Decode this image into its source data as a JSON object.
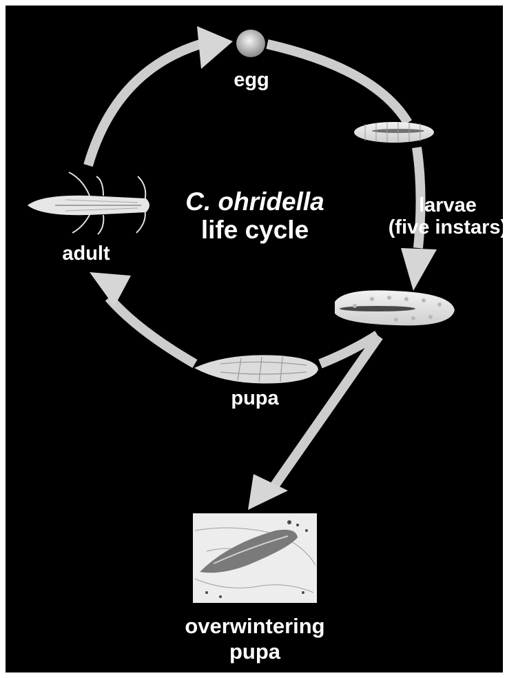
{
  "diagram": {
    "title_line1": "C. ohridella",
    "title_line2": "life cycle",
    "stages": {
      "egg": "egg",
      "larvae": "larvae",
      "larvae_note": "(five instars)",
      "pupa": "pupa",
      "adult": "adult",
      "overwintering_line1": "overwintering",
      "overwintering_line2": "pupa"
    }
  }
}
